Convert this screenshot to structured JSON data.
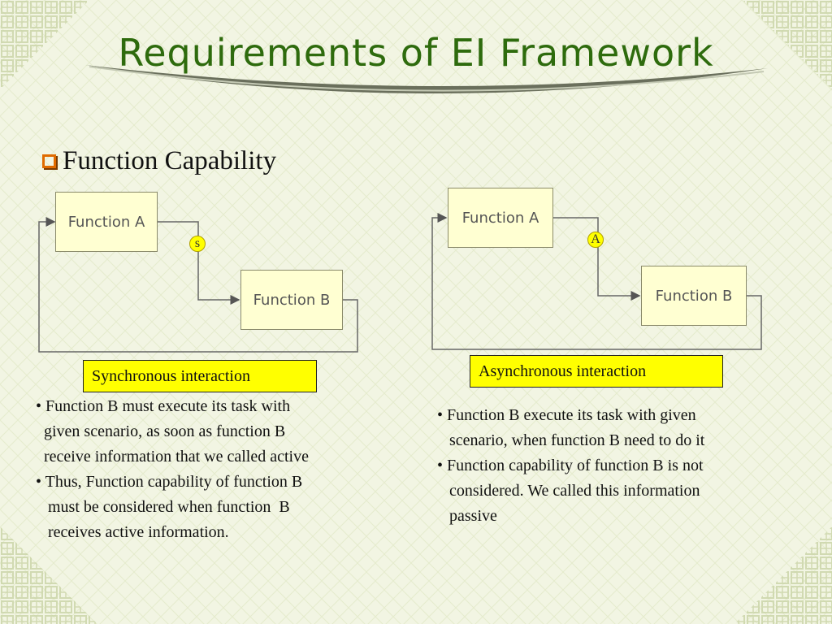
{
  "slide": {
    "title": "Requirements of EI Framework",
    "heading": "Function Capability"
  },
  "sync": {
    "function_a": "Function A",
    "function_b": "Function B",
    "badge": "s",
    "label": "Synchronous interaction",
    "bullets": [
      "• Function B must execute its task with",
      "  given scenario, as soon as function B",
      "  receive information that we called active",
      "• Thus, Function capability of function B",
      "   must be considered when function  B",
      "   receives active information."
    ]
  },
  "async": {
    "function_a": "Function A",
    "function_b": "Function B",
    "badge": "A",
    "label": "Asynchronous interaction",
    "bullets": [
      "• Function B execute its task with given",
      "   scenario, when function B need to do it",
      "• Function capability of function B is not",
      "   considered. We called this information",
      "   passive"
    ]
  },
  "colors": {
    "title": "#2e6b0d",
    "box_fill": "#ffffd2",
    "label_fill": "#ffff00",
    "bullet_icon": "#e06b00"
  }
}
